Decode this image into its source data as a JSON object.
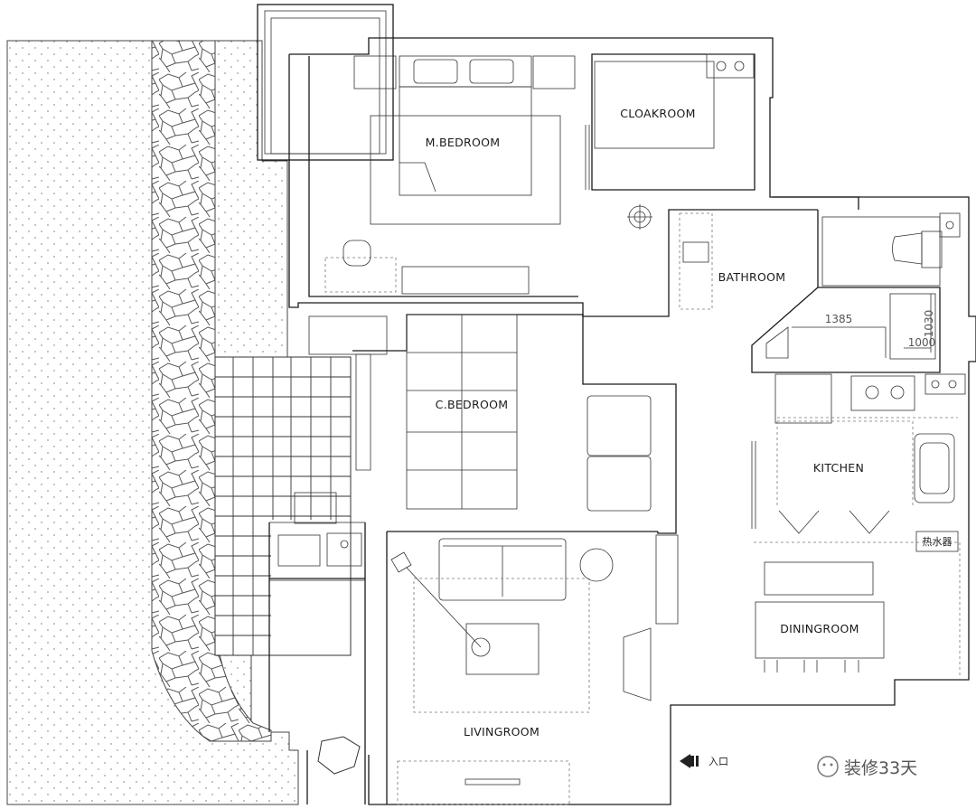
{
  "rooms": {
    "master_bedroom": "M.BEDROOM",
    "cloakroom": "CLOAKROOM",
    "bathroom": "BATHROOM",
    "child_bedroom": "C.BEDROOM",
    "kitchen": "KITCHEN",
    "dining_room": "DININGROOM",
    "living_room": "LIVINGROOM"
  },
  "dimensions": {
    "d1": "1385",
    "d2": "1030",
    "d3": "1000"
  },
  "labels": {
    "water_heater": "热水器",
    "entrance": "入口"
  },
  "watermark": "装修33天"
}
